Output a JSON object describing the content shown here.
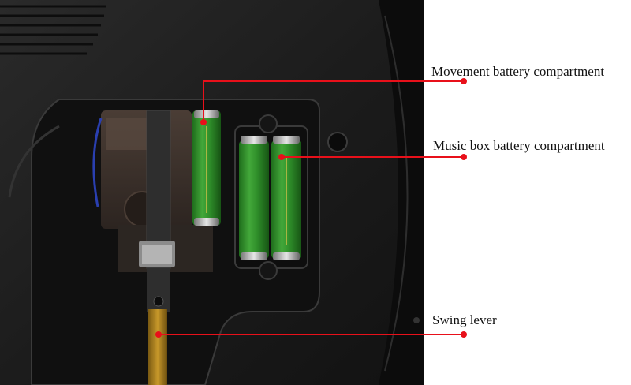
{
  "callouts": [
    {
      "label": "Movement battery compartment"
    },
    {
      "label": "Music box battery compartment"
    },
    {
      "label": "Swing lever"
    }
  ],
  "colors": {
    "callout_line": "#e8101a",
    "callout_dot": "#e8101a",
    "housing": "#1a1a1a",
    "battery_green": "#2f8f2a"
  },
  "photo": {
    "subject": "clock-back-with-batteries"
  }
}
